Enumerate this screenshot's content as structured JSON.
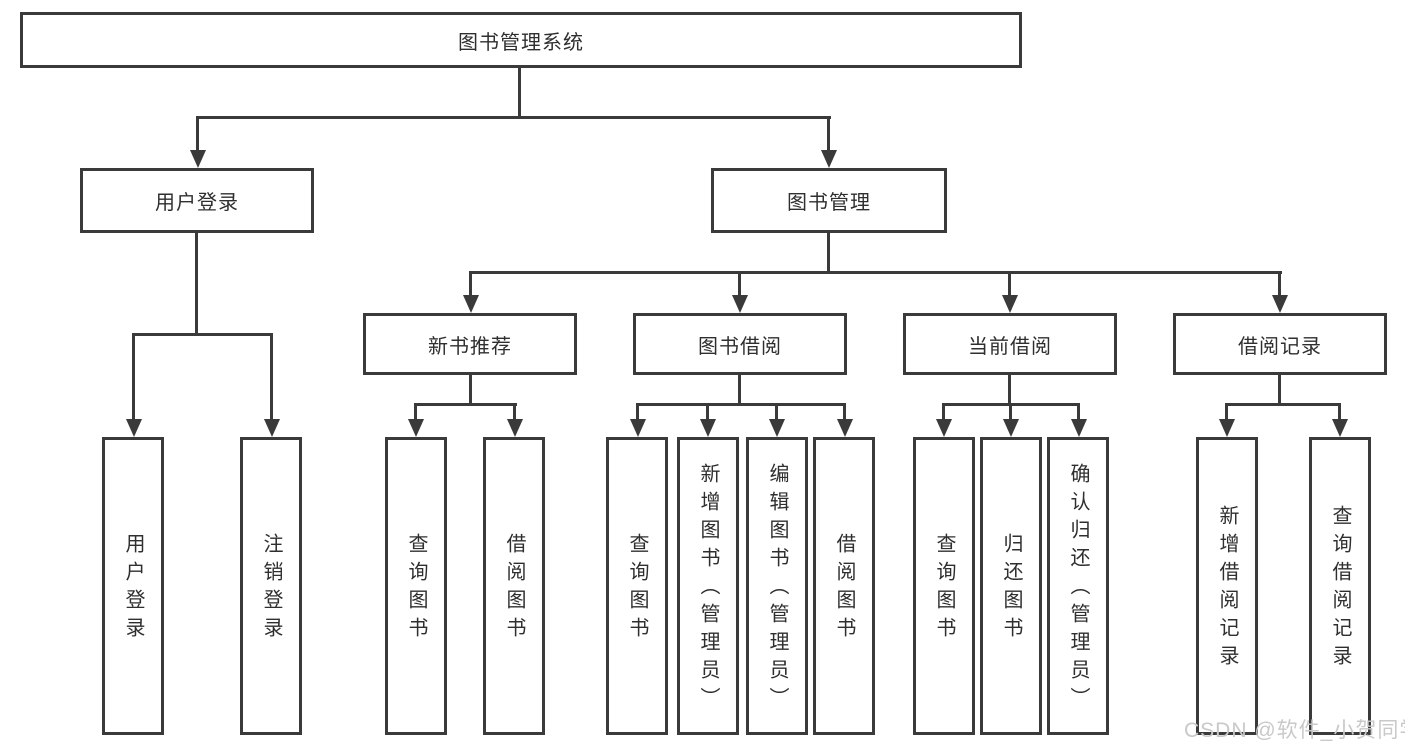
{
  "diagram": {
    "root": {
      "label": "图书管理系统"
    },
    "level2": [
      {
        "id": "user-login",
        "label": "用户登录"
      },
      {
        "id": "book-management",
        "label": "图书管理"
      }
    ],
    "level3": [
      {
        "id": "new-book-recommendation",
        "label": "新书推荐",
        "parent": "图书管理"
      },
      {
        "id": "book-borrowing",
        "label": "图书借阅",
        "parent": "图书管理"
      },
      {
        "id": "current-borrowing",
        "label": "当前借阅",
        "parent": "图书管理"
      },
      {
        "id": "borrowing-records",
        "label": "借阅记录",
        "parent": "图书管理"
      }
    ],
    "leaves": [
      {
        "id": "leaf-user-login",
        "label": "用户登录",
        "parent": "用户登录"
      },
      {
        "id": "leaf-logout",
        "label": "注销登录",
        "parent": "用户登录"
      },
      {
        "id": "leaf-query-books-recommend",
        "label": "查询图书",
        "parent": "新书推荐"
      },
      {
        "id": "leaf-borrow-books-recommend",
        "label": "借阅图书",
        "parent": "新书推荐"
      },
      {
        "id": "leaf-query-books-borrow",
        "label": "查询图书",
        "parent": "图书借阅"
      },
      {
        "id": "leaf-add-books-admin",
        "label": "新增图书（管理员）",
        "parent": "图书借阅"
      },
      {
        "id": "leaf-edit-books-admin",
        "label": "编辑图书（管理员）",
        "parent": "图书借阅"
      },
      {
        "id": "leaf-borrow-books",
        "label": "借阅图书",
        "parent": "图书借阅"
      },
      {
        "id": "leaf-query-books-current",
        "label": "查询图书",
        "parent": "当前借阅"
      },
      {
        "id": "leaf-return-books",
        "label": "归还图书",
        "parent": "当前借阅"
      },
      {
        "id": "leaf-confirm-return-admin",
        "label": "确认归还（管理员）",
        "parent": "当前借阅"
      },
      {
        "id": "leaf-add-borrow-record",
        "label": "新增借阅记录",
        "parent": "借阅记录"
      },
      {
        "id": "leaf-query-borrow-record",
        "label": "查询借阅记录",
        "parent": "借阅记录"
      }
    ]
  },
  "watermark": {
    "text": "CSDN @软件_小贺同学"
  },
  "colors": {
    "line": "#3a3a3a",
    "box_border": "#3a3a3a",
    "box_fill": "#ffffff",
    "text": "#2f2f2f",
    "watermark": "#c9c9c9",
    "background": "#ffffff"
  }
}
